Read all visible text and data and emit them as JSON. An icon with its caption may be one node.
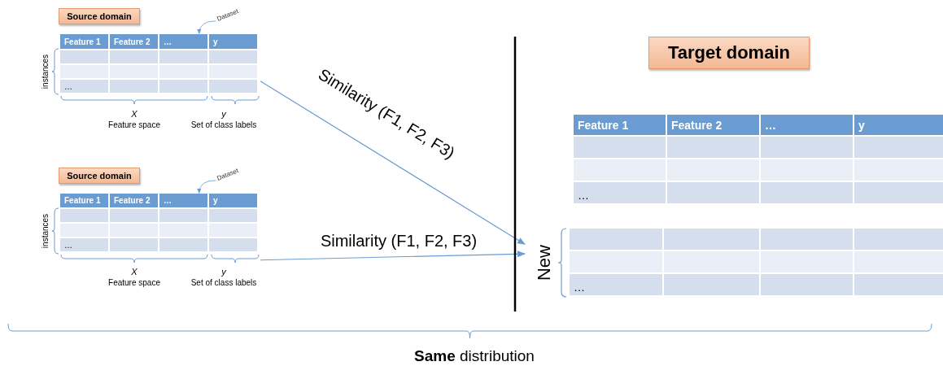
{
  "diagram": {
    "caption": "**Same** distribution",
    "nodes": [
      {
        "text": [
          "Source domain"
        ]
      },
      {
        "text": [
          "Feature 1",
          "Feature 2",
          "…",
          "y",
          "…"
        ]
      },
      {
        "text": [
          "Dataset"
        ]
      },
      {
        "text": [
          "Source domain"
        ]
      },
      {
        "text": [
          "Feature 1",
          "Feature 2",
          "…",
          "y",
          "…"
        ]
      },
      {
        "text": [
          "Dataset"
        ]
      },
      {
        "text": [
          "Target domain"
        ]
      },
      {
        "text": [
          "Feature 1",
          "Feature 2",
          "…",
          "y",
          "…"
        ]
      },
      {
        "text": [
          "…"
        ],
        "beside": [
          "New"
        ]
      }
    ],
    "edges": [
      {
        "from": 1,
        "to": 8,
        "arrow": "to",
        "label": "Similarity (F1, F2, F3)"
      },
      {
        "from": 4,
        "to": 8,
        "arrow": "to",
        "label": "Similarity (F1, F2, F3)"
      },
      {
        "from": 2,
        "to": 1,
        "arrow": "to"
      },
      {
        "from": 5,
        "to": 4,
        "arrow": "to"
      }
    ],
    "labels": [
      "instances",
      "X",
      "Feature space",
      "y",
      "Set of class labels",
      "instances",
      "X",
      "Feature space",
      "y",
      "Set of class labels"
    ]
  }
}
